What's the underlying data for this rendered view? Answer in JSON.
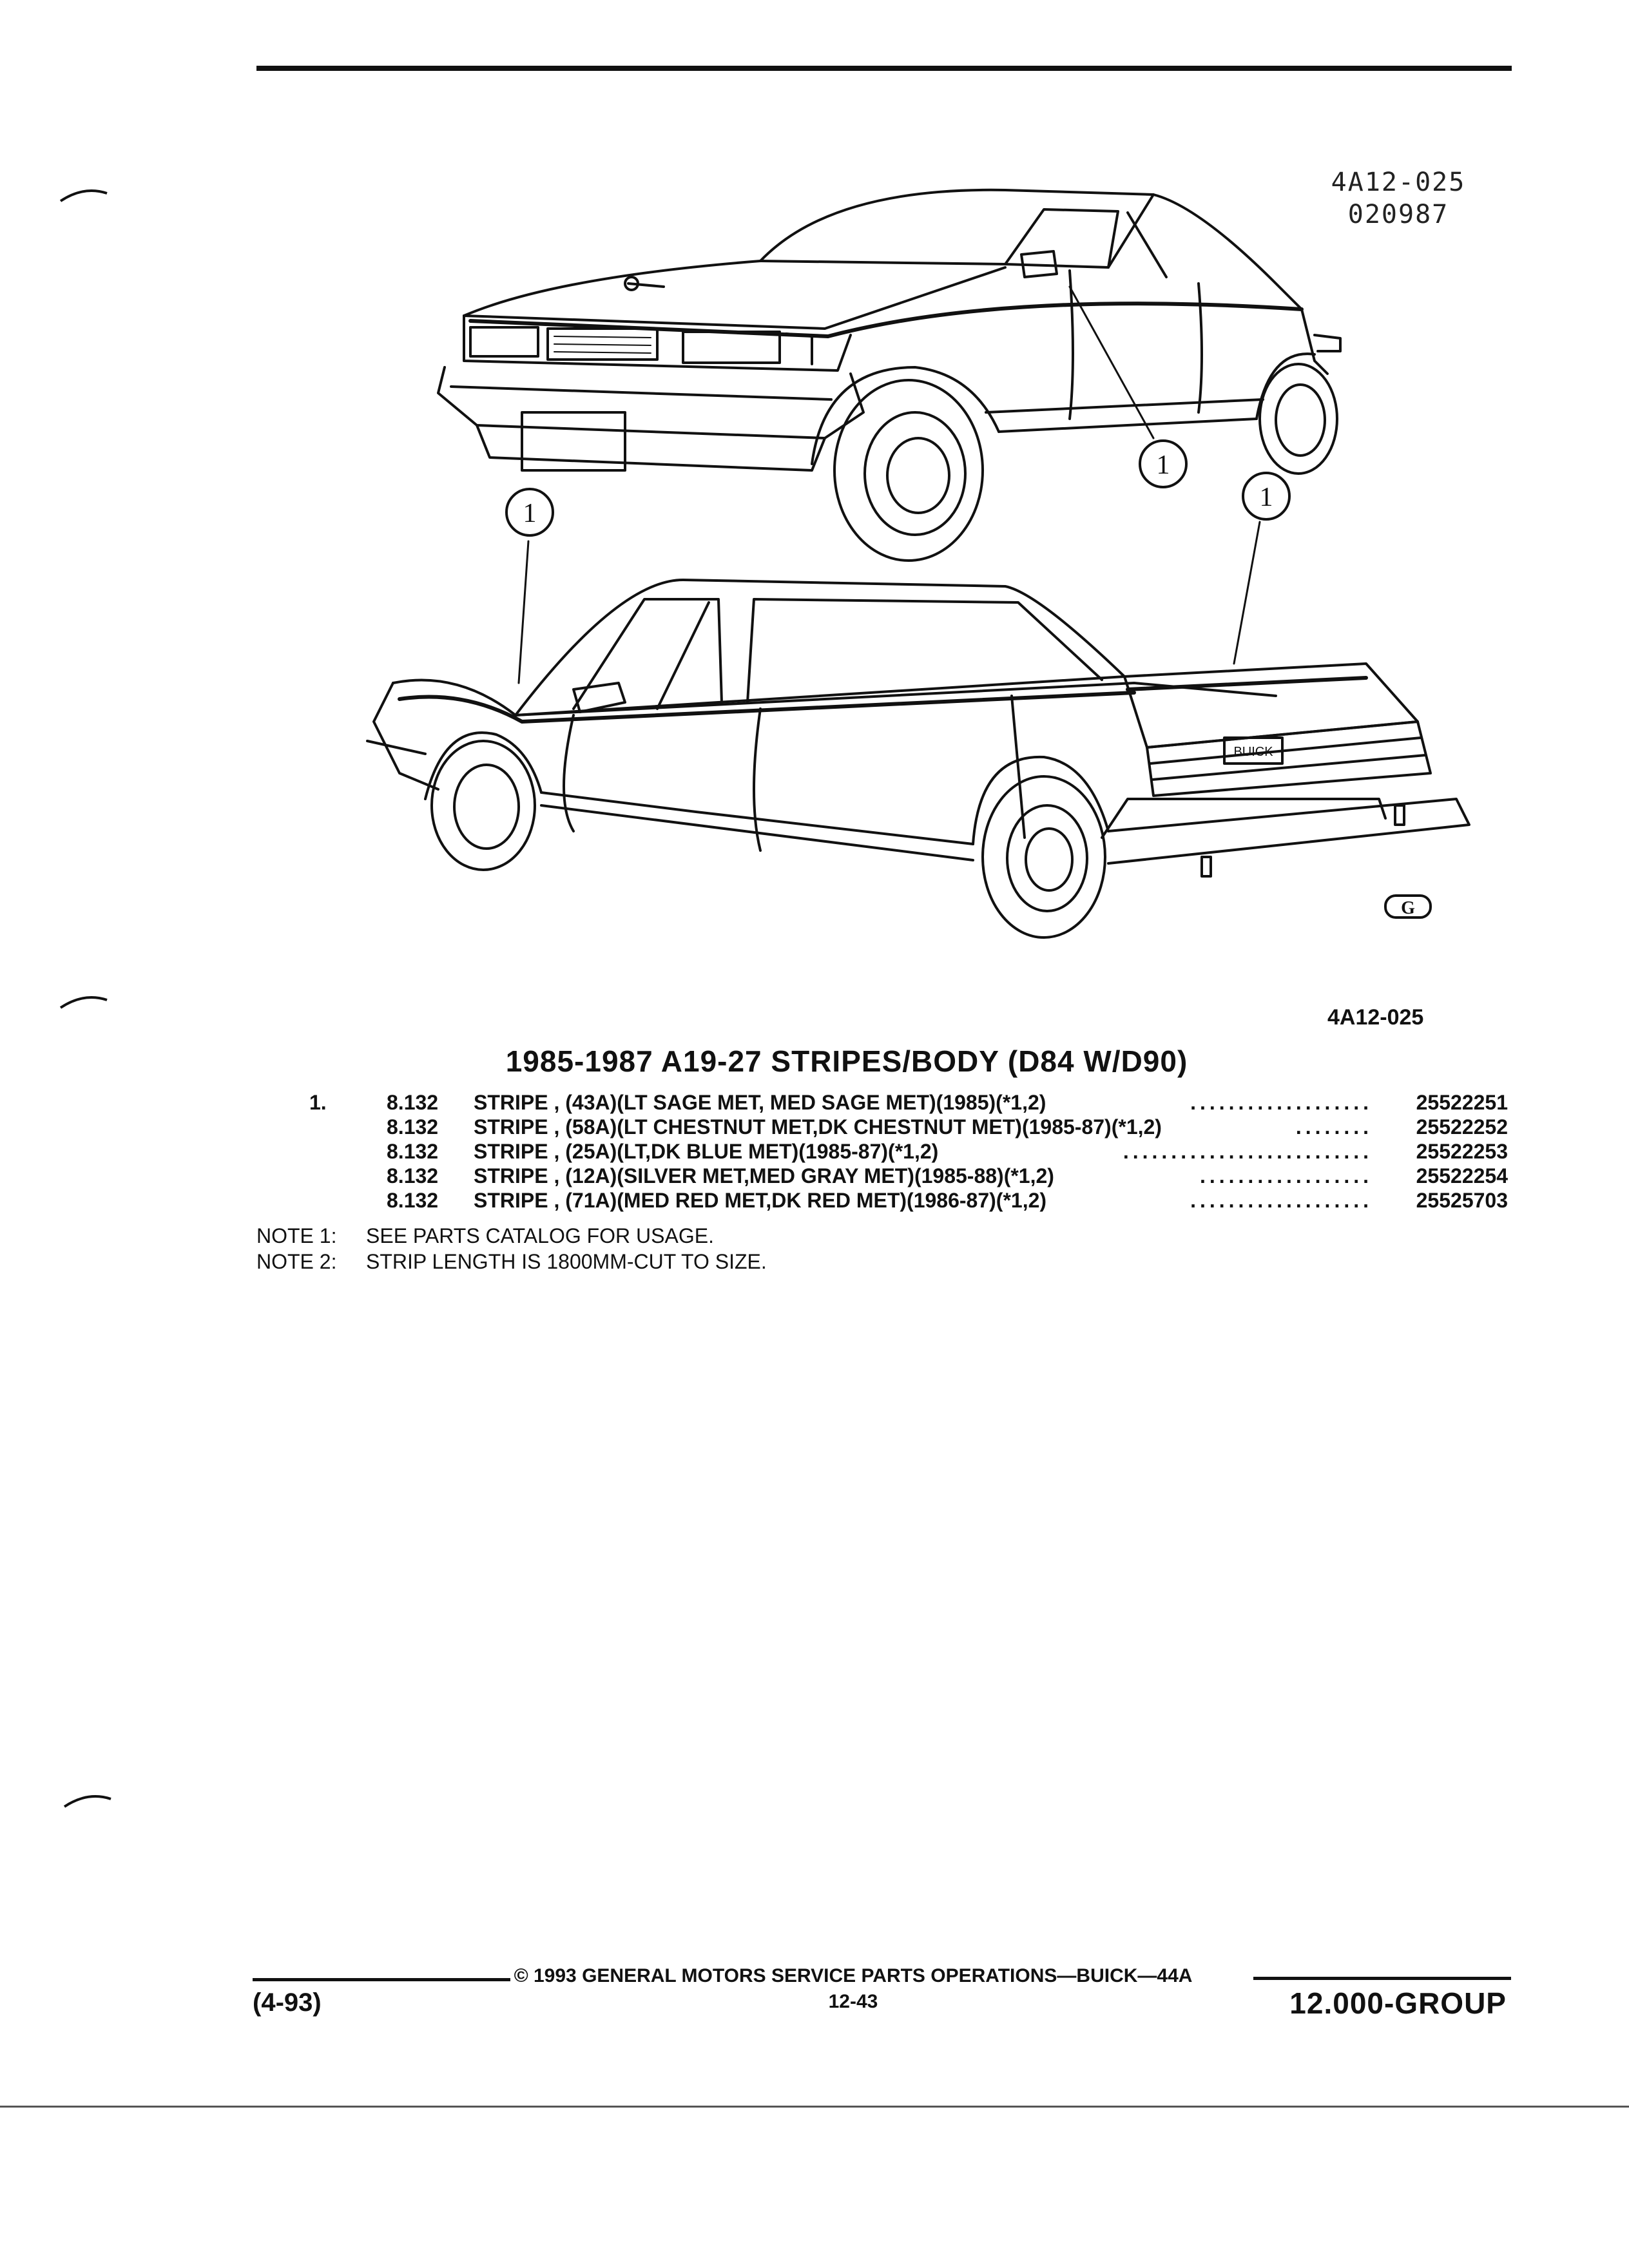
{
  "figure": {
    "code_line1": "4A12-025",
    "code_line2": "020987",
    "callout": "1",
    "badge": "BUICK",
    "reference_code": "4A12-025"
  },
  "section": {
    "title": "1985-1987 A19-27 STRIPES/BODY (D84 W/D90)"
  },
  "parts": [
    {
      "item": "1.",
      "level": "8.132",
      "desc": "STRIPE , (43A)(LT SAGE MET, MED SAGE MET)(1985)(*1,2)",
      "dots": "...................",
      "number": "25522251"
    },
    {
      "item": "",
      "level": "8.132",
      "desc": "STRIPE , (58A)(LT CHESTNUT MET,DK CHESTNUT MET)(1985-87)(*1,2)",
      "dots": "........",
      "number": "25522252"
    },
    {
      "item": "",
      "level": "8.132",
      "desc": "STRIPE , (25A)(LT,DK BLUE MET)(1985-87)(*1,2)",
      "dots": "..........................",
      "number": "25522253"
    },
    {
      "item": "",
      "level": "8.132",
      "desc": "STRIPE , (12A)(SILVER MET,MED GRAY MET)(1985-88)(*1,2)",
      "dots": "..................",
      "number": "25522254"
    },
    {
      "item": "",
      "level": "8.132",
      "desc": "STRIPE , (71A)(MED RED MET,DK RED MET)(1986-87)(*1,2)",
      "dots": "...................",
      "number": "25525703"
    }
  ],
  "notes": [
    {
      "label": "NOTE  1:",
      "text": "SEE PARTS CATALOG FOR USAGE."
    },
    {
      "label": "NOTE  2:",
      "text": "STRIP LENGTH IS 1800MM-CUT TO SIZE."
    }
  ],
  "footer": {
    "copyright": "© 1993 GENERAL MOTORS SERVICE PARTS OPERATIONS—BUICK—44A",
    "date": "(4-93)",
    "page": "12-43",
    "group": "12.000-GROUP"
  },
  "colors": {
    "ink": "#111111",
    "paper": "#ffffff"
  }
}
